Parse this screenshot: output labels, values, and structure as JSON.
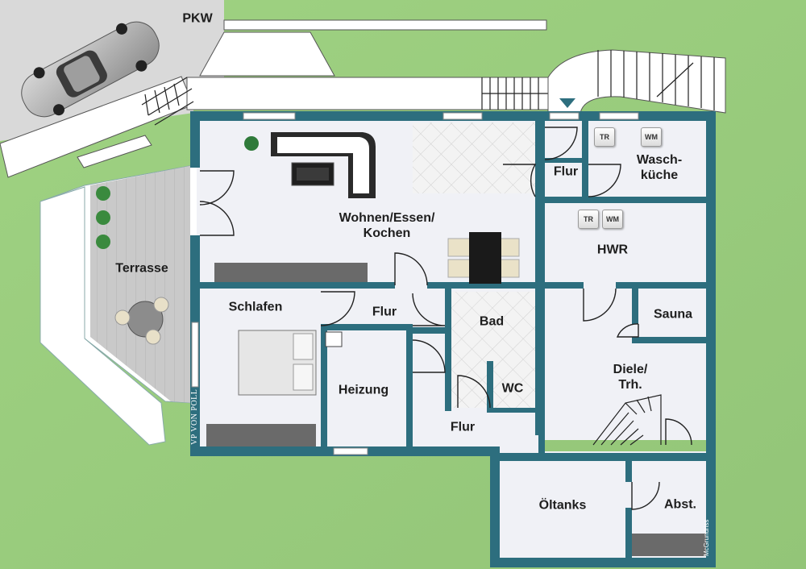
{
  "plan": {
    "rooms": {
      "wohnen": "Wohnen/Essen/\nKochen",
      "flur_top": "Flur",
      "waschkueche": "Wasch-\nküche",
      "hwr": "HWR",
      "terrasse": "Terrasse",
      "schlafen": "Schlafen",
      "flur_mid": "Flur",
      "bad": "Bad",
      "sauna": "Sauna",
      "diele": "Diele/\nTrh.",
      "heizung": "Heizung",
      "wc": "WC",
      "flur_low": "Flur",
      "oeltanks": "Öltanks",
      "abst": "Abst."
    },
    "outside": {
      "pkw": "PKW"
    },
    "appliances": {
      "tr": "TR",
      "wm": "WM"
    },
    "branding": {
      "logo": "VP VON POLL",
      "credit": "McGrundriss"
    },
    "colors": {
      "wall": "#2d6e7e",
      "grass": "#9ccf7f",
      "floor": "#f0f1f6",
      "deck": "#c8c8c8"
    }
  }
}
